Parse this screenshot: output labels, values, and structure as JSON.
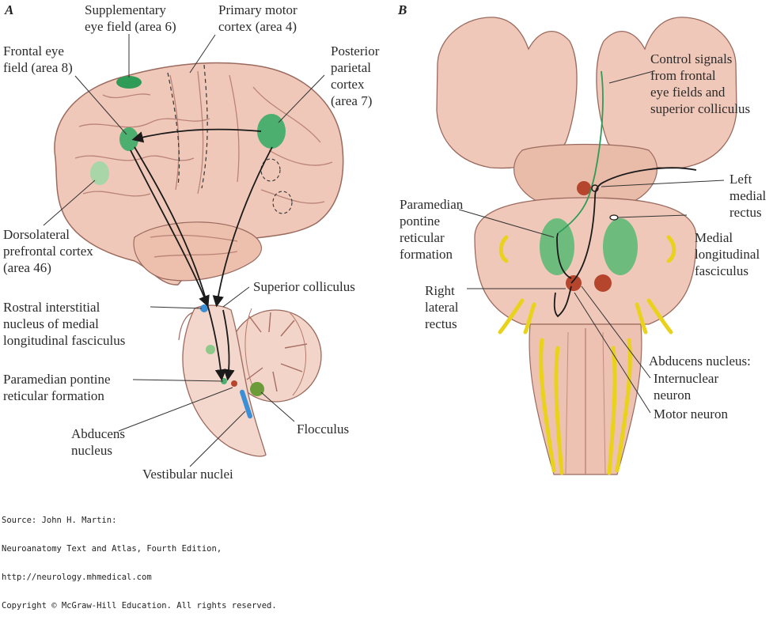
{
  "panels": {
    "a": "A",
    "b": "B"
  },
  "labels_a": {
    "supplementary_eye_field": [
      "Supplementary",
      "eye field (area 6)"
    ],
    "primary_motor_cortex": [
      "Primary motor",
      "cortex (area 4)"
    ],
    "frontal_eye_field": [
      "Frontal eye",
      "field (area 8)"
    ],
    "posterior_parietal_cortex": [
      "Posterior",
      "parietal",
      "cortex",
      "(area 7)"
    ],
    "dorsolateral_prefrontal_cortex": [
      "Dorsolateral",
      "prefrontal cortex",
      "(area 46)"
    ],
    "superior_colliculus": "Superior colliculus",
    "rostral_interstitial_nucleus": [
      "Rostral interstitial",
      "nucleus of medial",
      "longitudinal fasciculus"
    ],
    "paramedian_pontine_reticular_formation": [
      "Paramedian pontine",
      "reticular formation"
    ],
    "abducens_nucleus": [
      "Abducens",
      "nucleus"
    ],
    "flocculus": "Flocculus",
    "vestibular_nuclei": "Vestibular nuclei"
  },
  "labels_b": {
    "control_signals": [
      "Control signals",
      "from frontal",
      "eye fields and",
      "superior colliculus"
    ],
    "left_medial_rectus": [
      "Left",
      "medial",
      "rectus"
    ],
    "paramedian_pontine_reticular_formation": [
      "Paramedian",
      "pontine",
      "reticular",
      "formation"
    ],
    "medial_longitudinal_fasciculus": [
      "Medial",
      "longitudinal",
      "fasciculus"
    ],
    "right_lateral_rectus": [
      "Right",
      "lateral",
      "rectus"
    ],
    "abducens_nucleus": "Abducens nucleus:",
    "internuclear_neuron": [
      "Internuclear",
      "neuron"
    ],
    "motor_neuron": "Motor neuron"
  },
  "source": [
    "Source: John H. Martin:",
    "Neuroanatomy Text and Atlas, Fourth Edition,",
    "http://neurology.mhmedical.com",
    "Copyright © McGraw-Hill Education. All rights reserved."
  ],
  "colors": {
    "tissue": "#f0c8b9",
    "tissue_dark": "#d9a392",
    "green": "#4caf6f",
    "light_green": "#a8d6a8",
    "blue": "#3a8fd6",
    "red": "#b5452d",
    "yellow": "#e9d21c"
  }
}
